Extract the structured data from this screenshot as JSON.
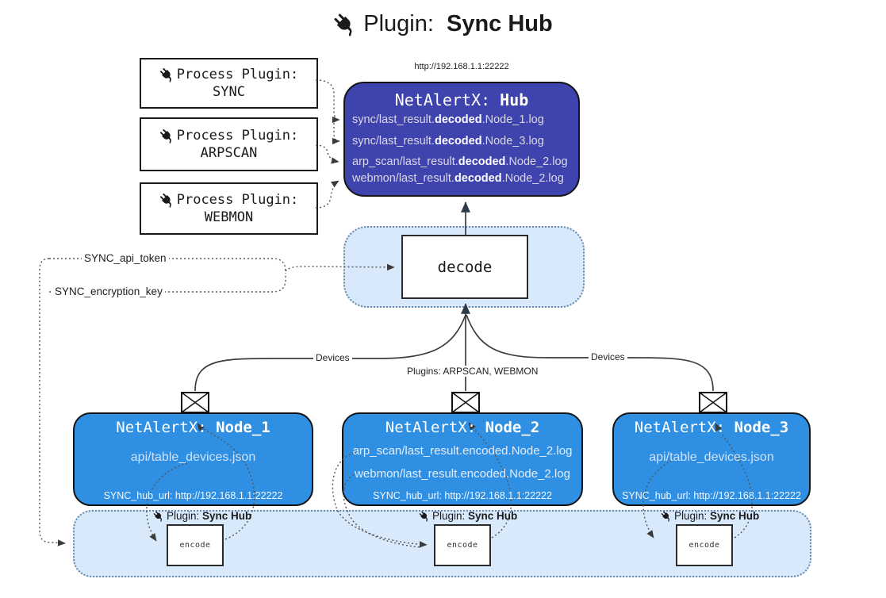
{
  "page_title": {
    "prefix": "Plugin: ",
    "name": "Sync Hub"
  },
  "process_plugins": [
    {
      "label": "Process Plugin:",
      "name": "SYNC"
    },
    {
      "label": "Process Plugin:",
      "name": "ARPSCAN"
    },
    {
      "label": "Process Plugin:",
      "name": "WEBMON"
    }
  ],
  "hub": {
    "url": "http://192.168.1.1:22222",
    "title_prefix": "NetAlertX: ",
    "title_name": "Hub",
    "log_lines": [
      {
        "pre": "sync/last_result.",
        "bold": "decoded",
        "post": ".Node_1.log"
      },
      {
        "pre": "sync/last_result.",
        "bold": "decoded",
        "post": ".Node_3.log"
      },
      {
        "pre": "arp_scan/last_result.",
        "bold": "decoded",
        "post": ".Node_2.log"
      },
      {
        "pre": "webmon/last_result.",
        "bold": "decoded",
        "post": ".Node_2.log"
      }
    ]
  },
  "decode_box": {
    "label": "decode"
  },
  "keys": {
    "api_token": "SYNC_api_token",
    "encryption_key": "SYNC_encryption_key"
  },
  "edge_labels": {
    "devices_left": "Devices",
    "plugins_center": "Plugins: ARPSCAN, WEBMON",
    "devices_right": "Devices"
  },
  "nodes": [
    {
      "title_prefix": "NetAlertX: ",
      "title_name": "Node_1",
      "lines": [
        "api/table_devices.json"
      ],
      "hub_url": "SYNC_hub_url: http://192.168.1.1:22222"
    },
    {
      "title_prefix": "NetAlertX: ",
      "title_name": "Node_2",
      "lines": [
        "arp_scan/last_result.encoded.Node_2.log",
        "webmon/last_result.encoded.Node_2.log"
      ],
      "hub_url": "SYNC_hub_url: http://192.168.1.1:22222"
    },
    {
      "title_prefix": "NetAlertX: ",
      "title_name": "Node_3",
      "lines": [
        "api/table_devices.json"
      ],
      "hub_url": "SYNC_hub_url: http://192.168.1.1:22222"
    }
  ],
  "encode_plugins": [
    {
      "badge_prefix": "Plugin: ",
      "badge_name": "Sync Hub",
      "box_label": "encode"
    },
    {
      "badge_prefix": "Plugin: ",
      "badge_name": "Sync Hub",
      "box_label": "encode"
    },
    {
      "badge_prefix": "Plugin: ",
      "badge_name": "Sync Hub",
      "box_label": "encode"
    }
  ],
  "colors": {
    "hub_fill": "#3f43ae",
    "node_fill": "#2e8fe3",
    "panel_fill": "#d8e9fb",
    "panel_border": "#6688aa",
    "line": "#3d3d3d",
    "arrow": "#2c3a49"
  }
}
